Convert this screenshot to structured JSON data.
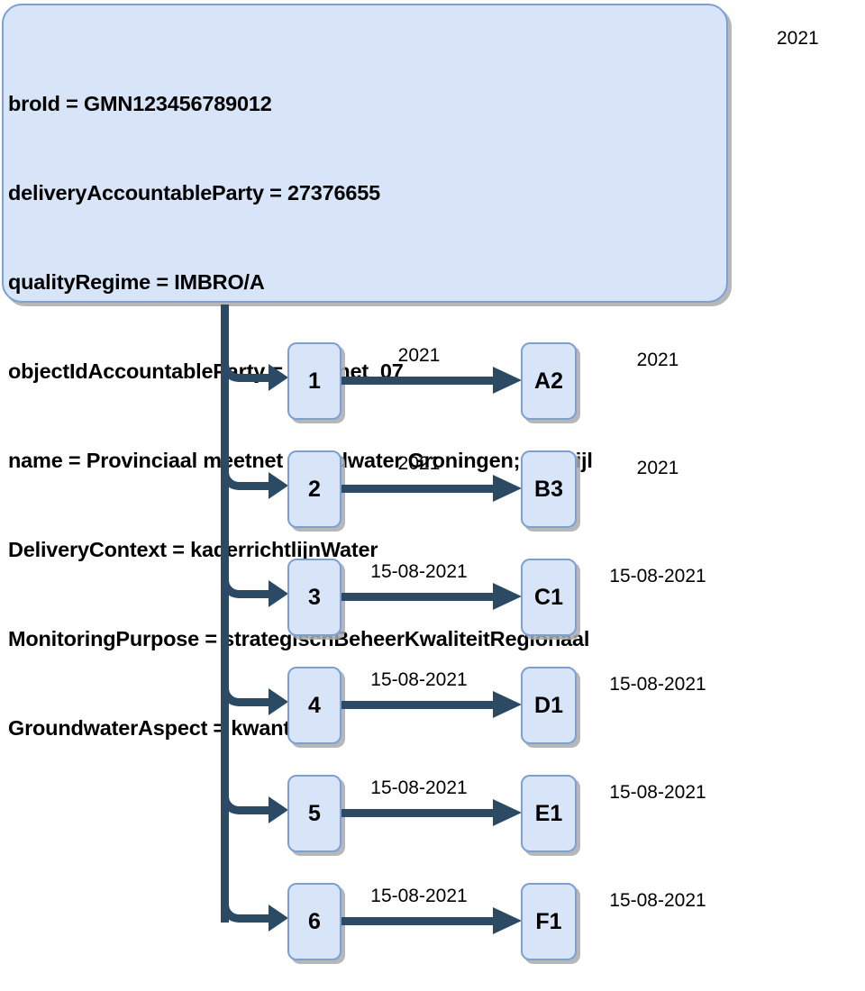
{
  "diagram": {
    "root": {
      "attributes": [
        "broId = GMN123456789012",
        "deliveryAccountableParty = 27376655",
        "qualityRegime = IMBRO/A",
        "objectIdAccountableParty = meetnet_07",
        "name = Provinciaal meetnet grondwater Groningen; Delfzijl",
        "DeliveryContext = kaderrichtlijnWater",
        "MonitoringPurpose = strategischBeheerKwaliteitRegionaal",
        "GroundwaterAspect = kwantiteit"
      ],
      "date_label": "2021"
    },
    "rows": [
      {
        "left_node": "1",
        "arrow_label": "2021",
        "right_node": "A2",
        "right_label": "2021"
      },
      {
        "left_node": "2",
        "arrow_label": "2021",
        "right_node": "B3",
        "right_label": "2021"
      },
      {
        "left_node": "3",
        "arrow_label": "15-08-2021",
        "right_node": "C1",
        "right_label": "15-08-2021"
      },
      {
        "left_node": "4",
        "arrow_label": "15-08-2021",
        "right_node": "D1",
        "right_label": "15-08-2021"
      },
      {
        "left_node": "5",
        "arrow_label": "15-08-2021",
        "right_node": "E1",
        "right_label": "15-08-2021"
      },
      {
        "left_node": "6",
        "arrow_label": "15-08-2021",
        "right_node": "F1",
        "right_label": "15-08-2021"
      }
    ],
    "colors": {
      "node_fill": "#d8e5f8",
      "node_border": "#7da0d2",
      "connector": "#2c4a63",
      "shadow": "#aaaaaa",
      "text": "#000000",
      "background": "#ffffff"
    }
  }
}
